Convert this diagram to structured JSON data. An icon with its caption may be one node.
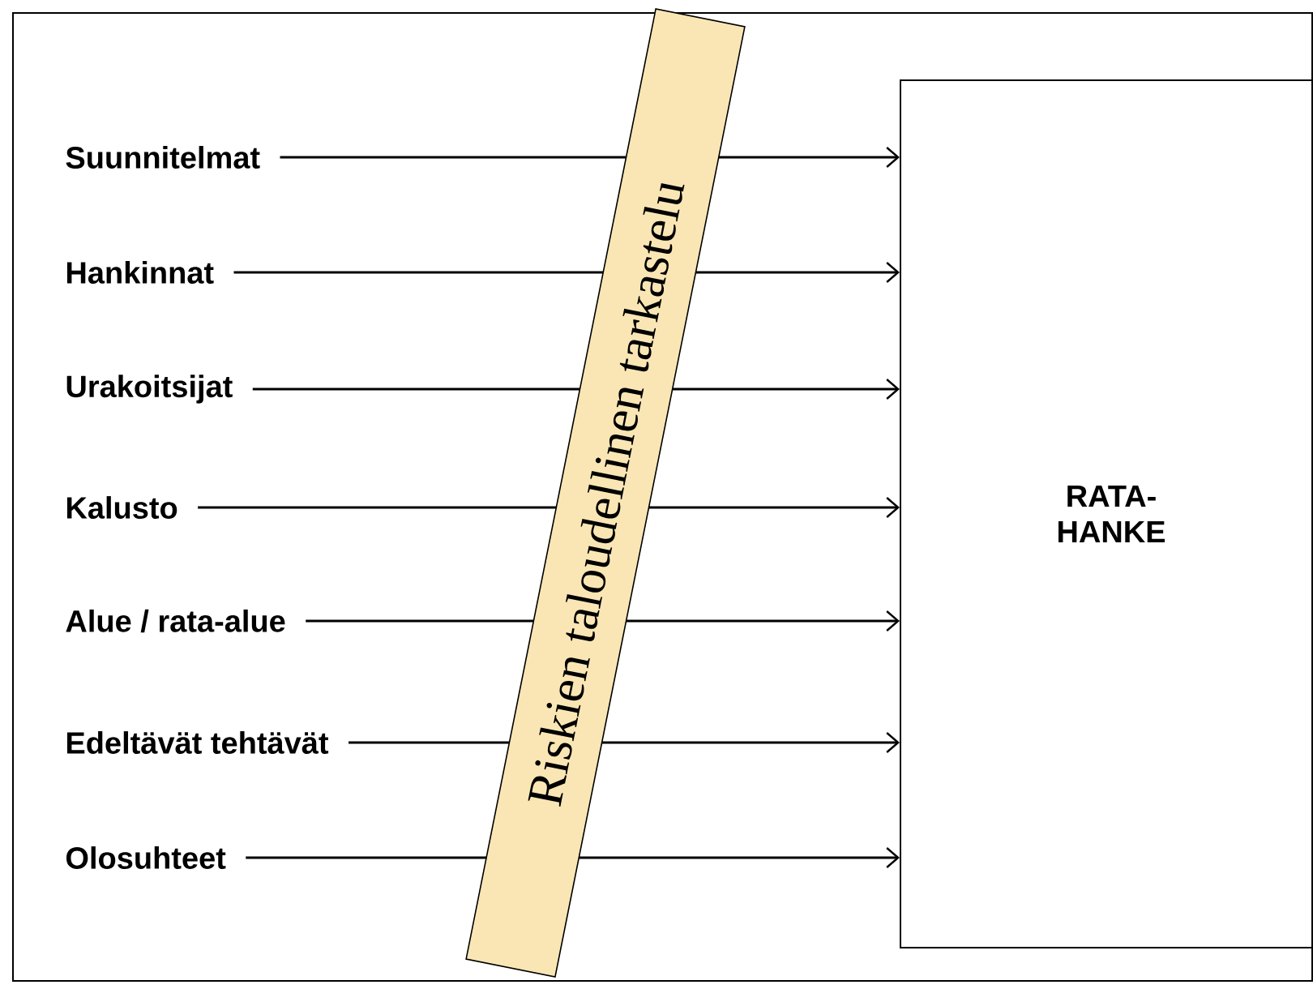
{
  "diagram": {
    "nodes": [
      {
        "text": [
          "Suunnitelmat"
        ]
      },
      {
        "text": [
          "Hankinnat"
        ]
      },
      {
        "text": [
          "Urakoitsijat"
        ]
      },
      {
        "text": [
          "Kalusto"
        ]
      },
      {
        "text": [
          "Alue / rata-alue"
        ]
      },
      {
        "text": [
          "Edeltävät tehtävät"
        ]
      },
      {
        "text": [
          "Olosuhteet"
        ]
      },
      {
        "text": [
          "Riskien taloudellinen tarkastelu"
        ]
      },
      {
        "text": [
          "RATA- HANKE"
        ]
      }
    ],
    "edges": [
      {
        "from": 0,
        "to": 7,
        "arrow": "none"
      },
      {
        "from": 7,
        "to": 8,
        "arrow": "to"
      },
      {
        "from": 1,
        "to": 7,
        "arrow": "none"
      },
      {
        "from": 7,
        "to": 8,
        "arrow": "to"
      },
      {
        "from": 2,
        "to": 7,
        "arrow": "none"
      },
      {
        "from": 7,
        "to": 8,
        "arrow": "to"
      },
      {
        "from": 3,
        "to": 7,
        "arrow": "none"
      },
      {
        "from": 7,
        "to": 8,
        "arrow": "to"
      },
      {
        "from": 4,
        "to": 7,
        "arrow": "none"
      },
      {
        "from": 7,
        "to": 8,
        "arrow": "to"
      },
      {
        "from": 5,
        "to": 7,
        "arrow": "none"
      },
      {
        "from": 7,
        "to": 8,
        "arrow": "to"
      },
      {
        "from": 6,
        "to": 7,
        "arrow": "none"
      },
      {
        "from": 7,
        "to": 8,
        "arrow": "to"
      }
    ]
  }
}
